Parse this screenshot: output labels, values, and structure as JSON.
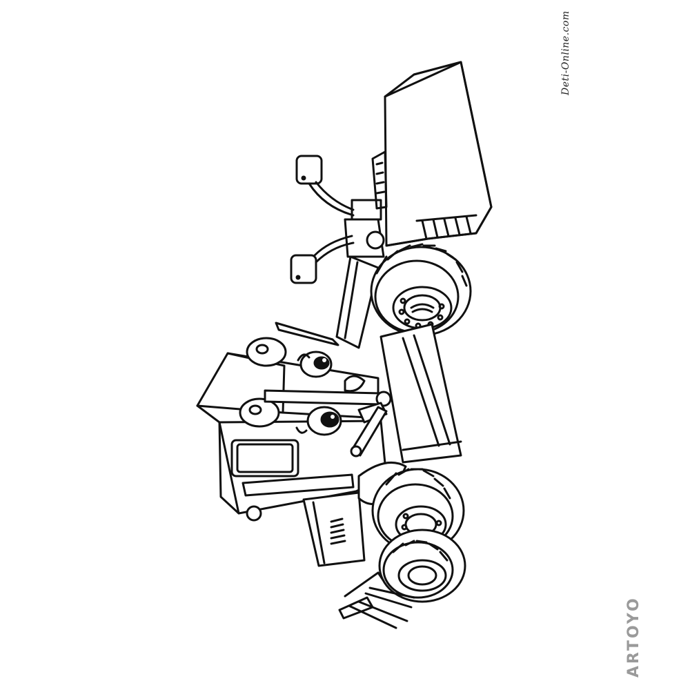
{
  "image": {
    "subject": "coloring-page-motor-grader",
    "stroke_color": "#111111",
    "background_color": "#ffffff"
  },
  "watermarks": {
    "top_right": "Deti-Online.com",
    "bottom_right": "ARTOYO",
    "artoyo_color": "#9a9a9a",
    "artoyo_accent": "#4a7fd6"
  }
}
